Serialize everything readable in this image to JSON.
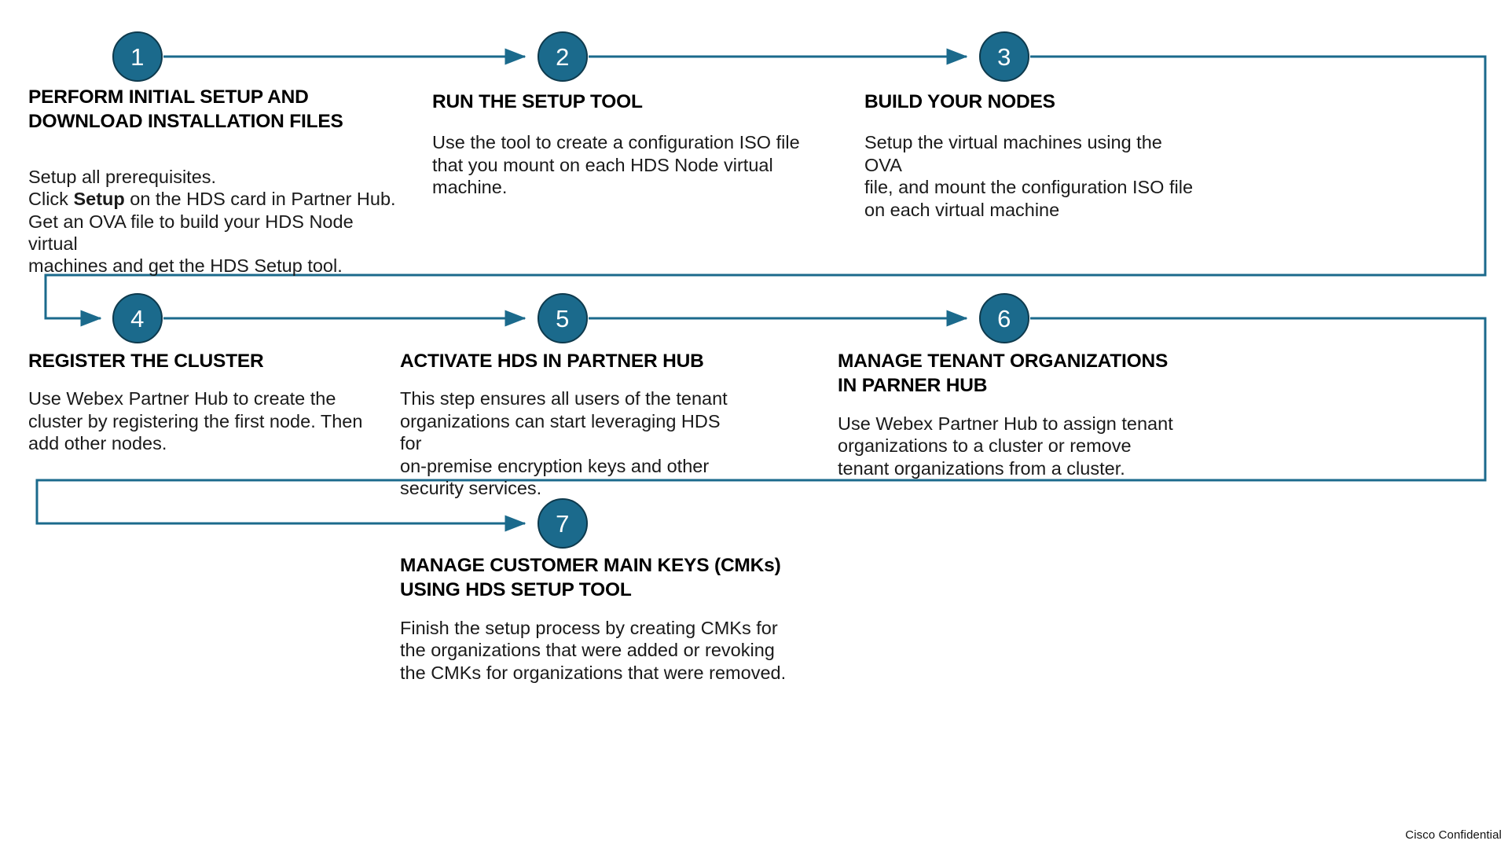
{
  "diagram": {
    "type": "process-flow",
    "title_hidden": "",
    "accent_color": "#1B6A8C",
    "node_border_color": "#0E3A4D",
    "connector_color": "#1B6A8C",
    "background_color": "#FFFFFF",
    "text_color": "#000000",
    "step_count": 7,
    "steps": [
      {
        "number": "1",
        "title": "PERFORM INITIAL SETUP AND\nDOWNLOAD INSTALLATION FILES",
        "body_prefix": "Setup all prerequisites.\nClick ",
        "body_bold": "Setup",
        "body_suffix": " on the HDS card in Partner Hub.\nGet an OVA file to build your HDS Node virtual\nmachines and get the HDS Setup tool."
      },
      {
        "number": "2",
        "title": "RUN THE SETUP TOOL",
        "body": "Use the tool to create a configuration ISO file\nthat you mount on each HDS Node virtual\nmachine."
      },
      {
        "number": "3",
        "title": "BUILD YOUR NODES",
        "body": "Setup the virtual machines using the OVA\nfile, and mount the configuration ISO file\non each virtual machine"
      },
      {
        "number": "4",
        "title": "REGISTER THE CLUSTER",
        "body": "Use Webex Partner Hub to create the\ncluster by registering the first node. Then\nadd other nodes."
      },
      {
        "number": "5",
        "title": "ACTIVATE HDS IN PARTNER HUB",
        "body": "This step ensures all users of the tenant\norganizations can start leveraging HDS for\non-premise encryption keys and other\nsecurity services."
      },
      {
        "number": "6",
        "title": "MANAGE TENANT ORGANIZATIONS\nIN PARNER HUB",
        "body": "Use Webex Partner Hub to assign tenant\norganizations to a cluster or remove\ntenant organizations from a cluster."
      },
      {
        "number": "7",
        "title": "MANAGE CUSTOMER MAIN KEYS (CMKs)\nUSING HDS SETUP TOOL",
        "body": "Finish the setup process by creating CMKs for\nthe organizations that were added or revoking\nthe CMKs for organizations that were removed."
      }
    ]
  },
  "footer": {
    "confidentiality_note": "Cisco Confidential"
  }
}
